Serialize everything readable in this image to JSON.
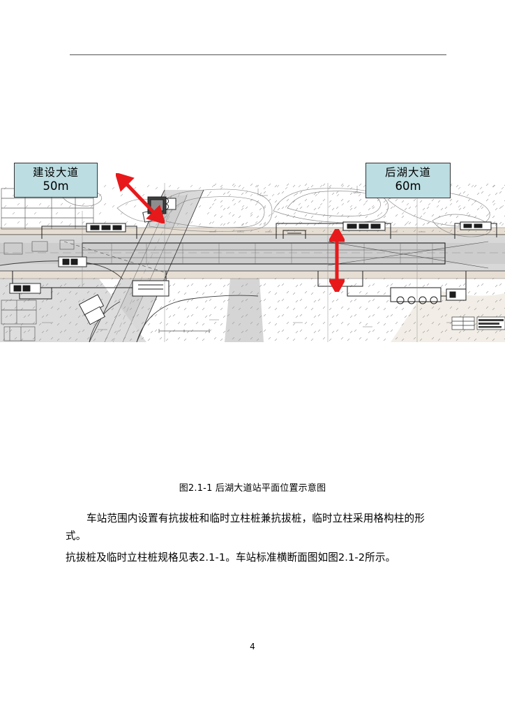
{
  "document": {
    "page_number": "4"
  },
  "figure": {
    "caption": "图2.1-1 后湖大道站平面位置示意图",
    "callouts": [
      {
        "name": "jianshe-avenue",
        "road_name": "建设大道",
        "width_label": "50m",
        "fill_color": "#bcdde2",
        "border_color": "#333333",
        "arrow_color": "#e8191b",
        "arrow_orientation": "diagonal-double-headed"
      },
      {
        "name": "houhu-avenue",
        "road_name": "后湖大道",
        "width_label": "60m",
        "fill_color": "#bcdde2",
        "border_color": "#333333",
        "arrow_color": "#e8191b",
        "arrow_orientation": "vertical-double-headed"
      }
    ],
    "drawing_type": "CAD site plan — station plan location diagram",
    "colors": {
      "paving_grey": "#d6d6d6",
      "road_tint": "#e7ded3",
      "line_dark": "#2b2b2b",
      "line_light": "#8a8a8a"
    }
  },
  "body": {
    "paragraph_1": "车站范围内设置有抗拔桩和临时立柱桩兼抗拔桩，临时立柱采用格构柱的形式。",
    "paragraph_2": "抗拔桩及临时立柱桩规格见表2.1-1。车站标准横断面图如图2.1-2所示。"
  }
}
